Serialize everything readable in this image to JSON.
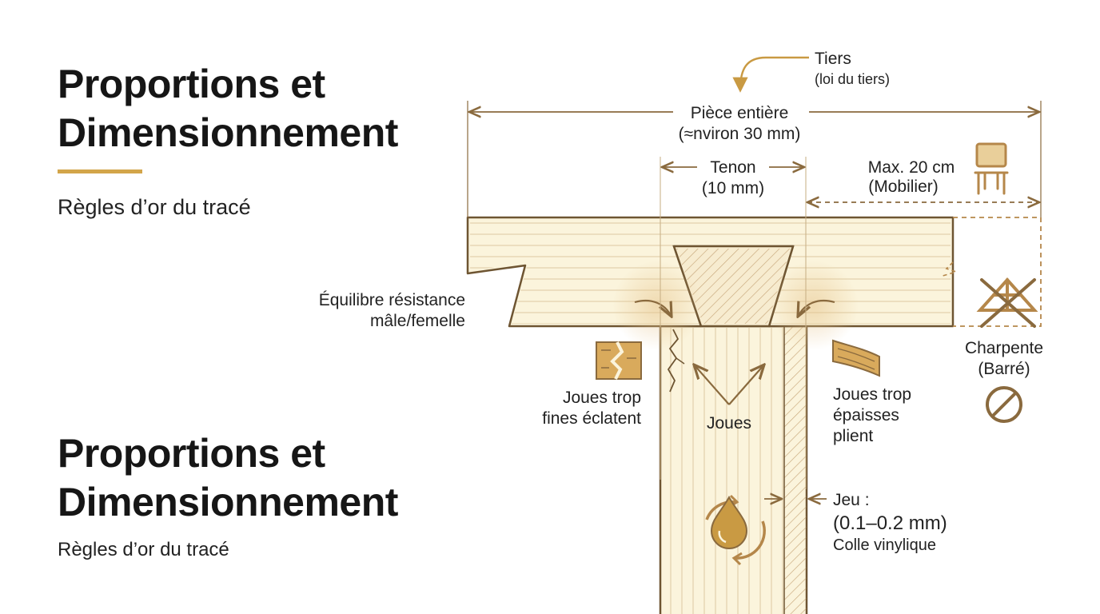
{
  "heading": {
    "top": {
      "line1": "Proportions et",
      "line2": "Dimensionnement",
      "subtitle": "Règles d’or du tracé"
    },
    "bottom": {
      "line1": "Proportions et",
      "line2": "Dimensionnement",
      "subtitle": "Règles d’or du tracé"
    }
  },
  "annotations": {
    "tiers": {
      "label": "Tiers",
      "note": "(loi du tiers)"
    },
    "piece": {
      "label": "Pièce entière",
      "note": "(≈nviron 30 mm)"
    },
    "tenon": {
      "label": "Tenon",
      "note": "(10 mm)"
    },
    "max": {
      "label": "Max. 20 cm",
      "note": "(Mobilier)"
    },
    "equilibre": {
      "line1": "Équilibre résistance",
      "line2": "mâle/femelle"
    },
    "thin": {
      "line1": "Joues trop",
      "line2": "fines éclatent"
    },
    "joues": {
      "label": "Joues"
    },
    "thick": {
      "line1": "Joues trop",
      "line2": "épaisses",
      "line3": "plient"
    },
    "charpente": {
      "line1": "Charpente",
      "line2": "(Barré)"
    },
    "jeu": {
      "label": "Jeu :",
      "value": "(0.1–0.2 mm)",
      "note": "Colle vinylique"
    }
  },
  "icons": [
    "chair-icon",
    "roof-truss-crossed-icon",
    "prohibited-icon",
    "split-wood-icon",
    "bent-wood-icon",
    "glue-drop-icon"
  ],
  "colors": {
    "accent": "#d3a54a",
    "line": "#8a6a3e",
    "icon": "#b5874a",
    "wood_fill": "#fbf4dc",
    "wood_stroke": "#6e5532"
  }
}
